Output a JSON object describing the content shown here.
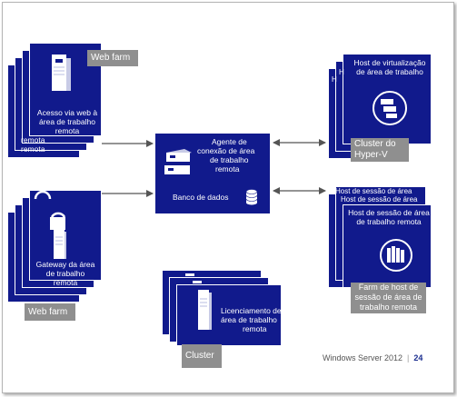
{
  "web_access": {
    "label": "Web farm",
    "lines": [
      "Acesso via web à",
      "área de trabalho",
      "remota",
      "remota",
      "remota"
    ]
  },
  "gateway": {
    "label": "Web farm",
    "lines": [
      "Gateway da área",
      "de trabalho",
      "remota"
    ]
  },
  "broker": {
    "lines": [
      "Agente de",
      "conexão de área",
      "de trabalho",
      "remota"
    ],
    "db_label": "Banco de dados"
  },
  "virtualization_host": {
    "lines": [
      "Host de virtualização",
      "de área de trabalho"
    ],
    "ghost_letters": [
      "H",
      "H"
    ],
    "label_lines": [
      "Cluster do",
      "Hyper-V"
    ]
  },
  "session_host": {
    "ghost_lines": [
      "Host de sessão de área",
      "Host de sessão de área"
    ],
    "lines": [
      "Host de sessão de área",
      "de trabalho remota"
    ],
    "label_lines": [
      "Farm de host de",
      "sessão de área de",
      "trabalho remota"
    ]
  },
  "licensing": {
    "lines": [
      "Licenciamento de",
      "área de trabalho",
      "remota"
    ],
    "label": "Cluster"
  },
  "footer": {
    "brand": "Windows Server 2012",
    "page": "24"
  },
  "colors": {
    "card": "#111a8c",
    "label": "#8f8f8f",
    "arrow": "#555555"
  }
}
